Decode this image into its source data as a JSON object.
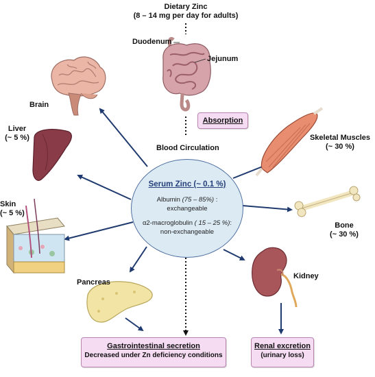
{
  "diet": {
    "title": "Dietary Zinc",
    "subtitle": "(8 – 14 mg per day for adults)"
  },
  "gut_labels": {
    "duodenum": "Duodenum",
    "jejunum": "Jejunum"
  },
  "absorption": "Absorption",
  "blood_circulation": "Blood Circulation",
  "serum": {
    "title": "Serum Zinc (~ 0.1 %)",
    "albumin_name": "Albumin",
    "albumin_pct": "(75 – 85%)",
    "albumin_colon": " :",
    "albumin_type": "exchangeable",
    "macro_name": "α2-macroglobulin",
    "macro_pct": "( 15 – 25 %)",
    "macro_colon": ":",
    "macro_type": "non-exchangeable"
  },
  "organs": {
    "brain": "Brain",
    "liver": "Liver",
    "liver_pct": "(~ 5 %)",
    "skin": "Skin",
    "skin_pct": "(~ 5 %)",
    "pancreas": "Pancreas",
    "muscles": "Skeletal Muscles",
    "muscles_pct": "(~ 30 %)",
    "bone": "Bone",
    "bone_pct": "(~ 30 %)",
    "kidney": "Kidney"
  },
  "gi_secretion": {
    "title": "Gastrointestinal secretion",
    "subtitle": "Decreased under Zn deficiency conditions"
  },
  "renal_excretion": {
    "title": "Renal excretion",
    "subtitle": "(urinary loss)"
  },
  "colors": {
    "arrow": "#1f3a6e",
    "serum_fill": "#dceaf4",
    "box_fill": "#f6dcf3"
  }
}
